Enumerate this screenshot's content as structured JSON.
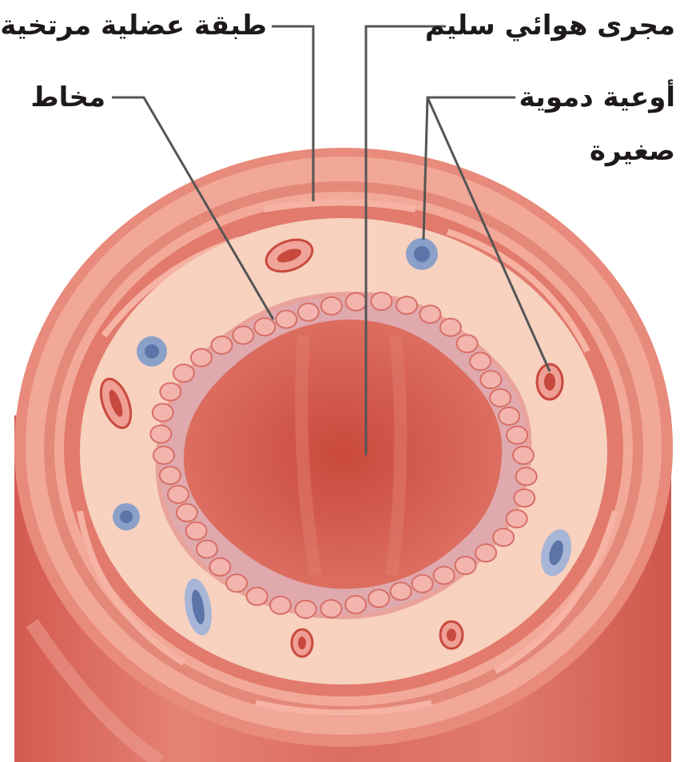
{
  "labels": {
    "muscle_layer": "طبقة عضلية مرتخية",
    "healthy_airway": "مجرى هوائي سليم",
    "mucosa": "مخاط",
    "small_vessels_line1": "أوعية دموية",
    "small_vessels_line2": "صغيرة"
  },
  "colors": {
    "outer_tube": "#d9685e",
    "outer_ring": "#f0a291",
    "muscle_band": "#e17a6c",
    "submucosa": "#f7cbb8",
    "mucosa_cells": "#eea7a2",
    "lumen": "#d15b4e",
    "vein": "#6b84b3",
    "artery": "#c8493d",
    "leader_line": "#555555"
  },
  "icons": [
    "blood-vessel-icon",
    "airway-cross-section"
  ]
}
